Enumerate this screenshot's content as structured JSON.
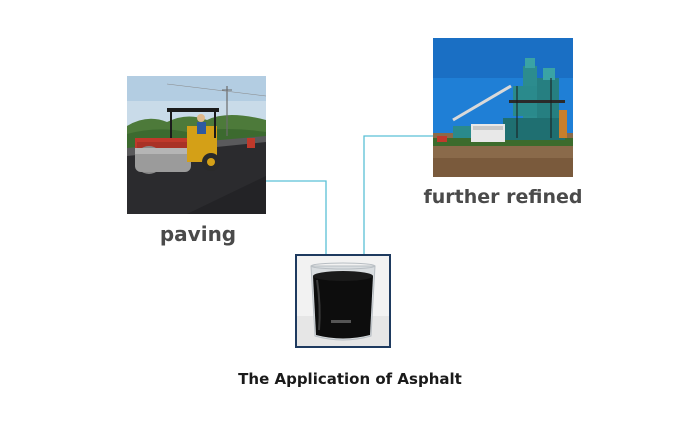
{
  "diagram": {
    "caption": "The Application of Asphalt",
    "nodes": {
      "paving": {
        "label": "paving",
        "image": "road-roller-paving-photo"
      },
      "refined": {
        "label": "further refined",
        "image": "asphalt-mixing-plant-photo"
      },
      "asphalt": {
        "image": "beaker-of-liquid-asphalt-photo"
      }
    },
    "colors": {
      "connector": "#5bc0d6",
      "label": "#4a4a4a",
      "caption": "#1a1a1a",
      "frame": "#1e3a5f"
    }
  }
}
